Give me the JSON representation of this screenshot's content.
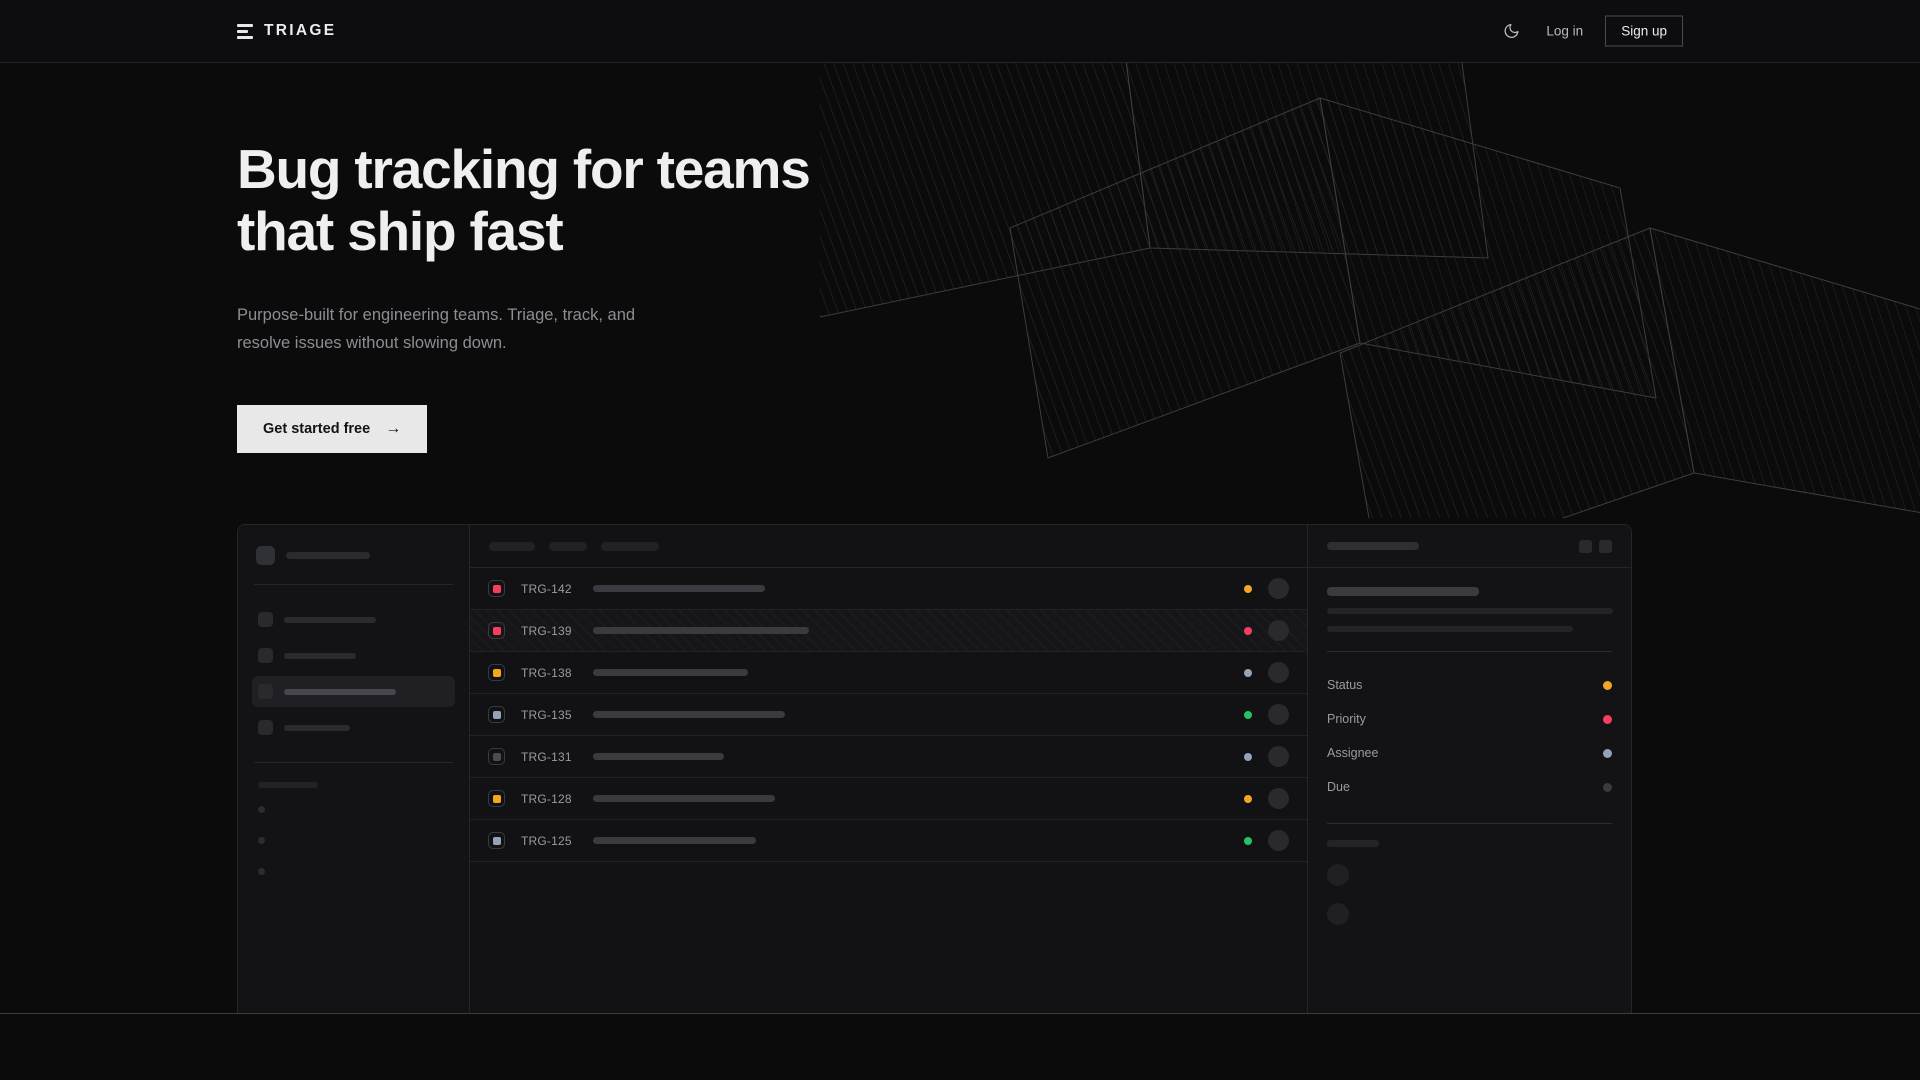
{
  "header": {
    "brand_name": "TRIAGE",
    "brand_icon": "triage-bars-logo",
    "theme_icon": "moon-icon",
    "login_label": "Log in",
    "signup_label": "Sign up"
  },
  "hero": {
    "title": "Bug tracking for teams\nthat ship fast",
    "subtitle": "Purpose-built for engineering teams. Triage, track, and\nresolve issues without slowing down.",
    "cta_label": "Get started free",
    "cta_arrow": "→"
  },
  "mockup": {
    "sidebar": {
      "workspace_width": 84,
      "nav_items": [
        {
          "width": 92,
          "active": false
        },
        {
          "width": 72,
          "active": false
        },
        {
          "width": 112,
          "active": true
        },
        {
          "width": 66,
          "active": false
        }
      ],
      "section_bullets": 3
    },
    "list": {
      "toolbar_chips": [
        46,
        38,
        58
      ],
      "rows": [
        {
          "id": "TRG-142",
          "priority_color": "#f43f5e",
          "title_width": 172,
          "status_color": "#f5a524",
          "hatched": false
        },
        {
          "id": "TRG-139",
          "priority_color": "#f43f5e",
          "title_width": 216,
          "status_color": "#f43f5e",
          "hatched": true
        },
        {
          "id": "TRG-138",
          "priority_color": "#f5a524",
          "title_width": 155,
          "status_color": "#94a3b8",
          "hatched": false
        },
        {
          "id": "TRG-135",
          "priority_color": "#94a3b8",
          "title_width": 192,
          "status_color": "#22c55e",
          "hatched": false
        },
        {
          "id": "TRG-131",
          "priority_color": "#4b4b52",
          "title_width": 131,
          "status_color": "#94a3b8",
          "hatched": false
        },
        {
          "id": "TRG-128",
          "priority_color": "#f5a524",
          "title_width": 182,
          "status_color": "#f5a524",
          "hatched": false
        },
        {
          "id": "TRG-125",
          "priority_color": "#94a3b8",
          "title_width": 163,
          "status_color": "#22c55e",
          "hatched": false
        }
      ]
    },
    "detail": {
      "header_actions": 2,
      "description_lines": [
        286,
        246
      ],
      "meta": [
        {
          "label": "Status",
          "color": "#f5a524"
        },
        {
          "label": "Priority",
          "color": "#f43f5e"
        },
        {
          "label": "Assignee",
          "color": "#94a3b8"
        },
        {
          "label": "Due",
          "color": "#3a3a40"
        }
      ],
      "comment_count": 2
    }
  },
  "colors": {
    "page_bg": "#0b0b0c",
    "panel_bg": "#121214",
    "border": "#26262a",
    "text_primary": "#efeff1",
    "text_muted": "#8d8d94",
    "accent_button": "#e8e8e8",
    "status_amber": "#f5a524",
    "status_pink": "#f43f5e",
    "status_green": "#22c55e",
    "status_slate": "#94a3b8",
    "status_gray": "#4b4b52"
  }
}
